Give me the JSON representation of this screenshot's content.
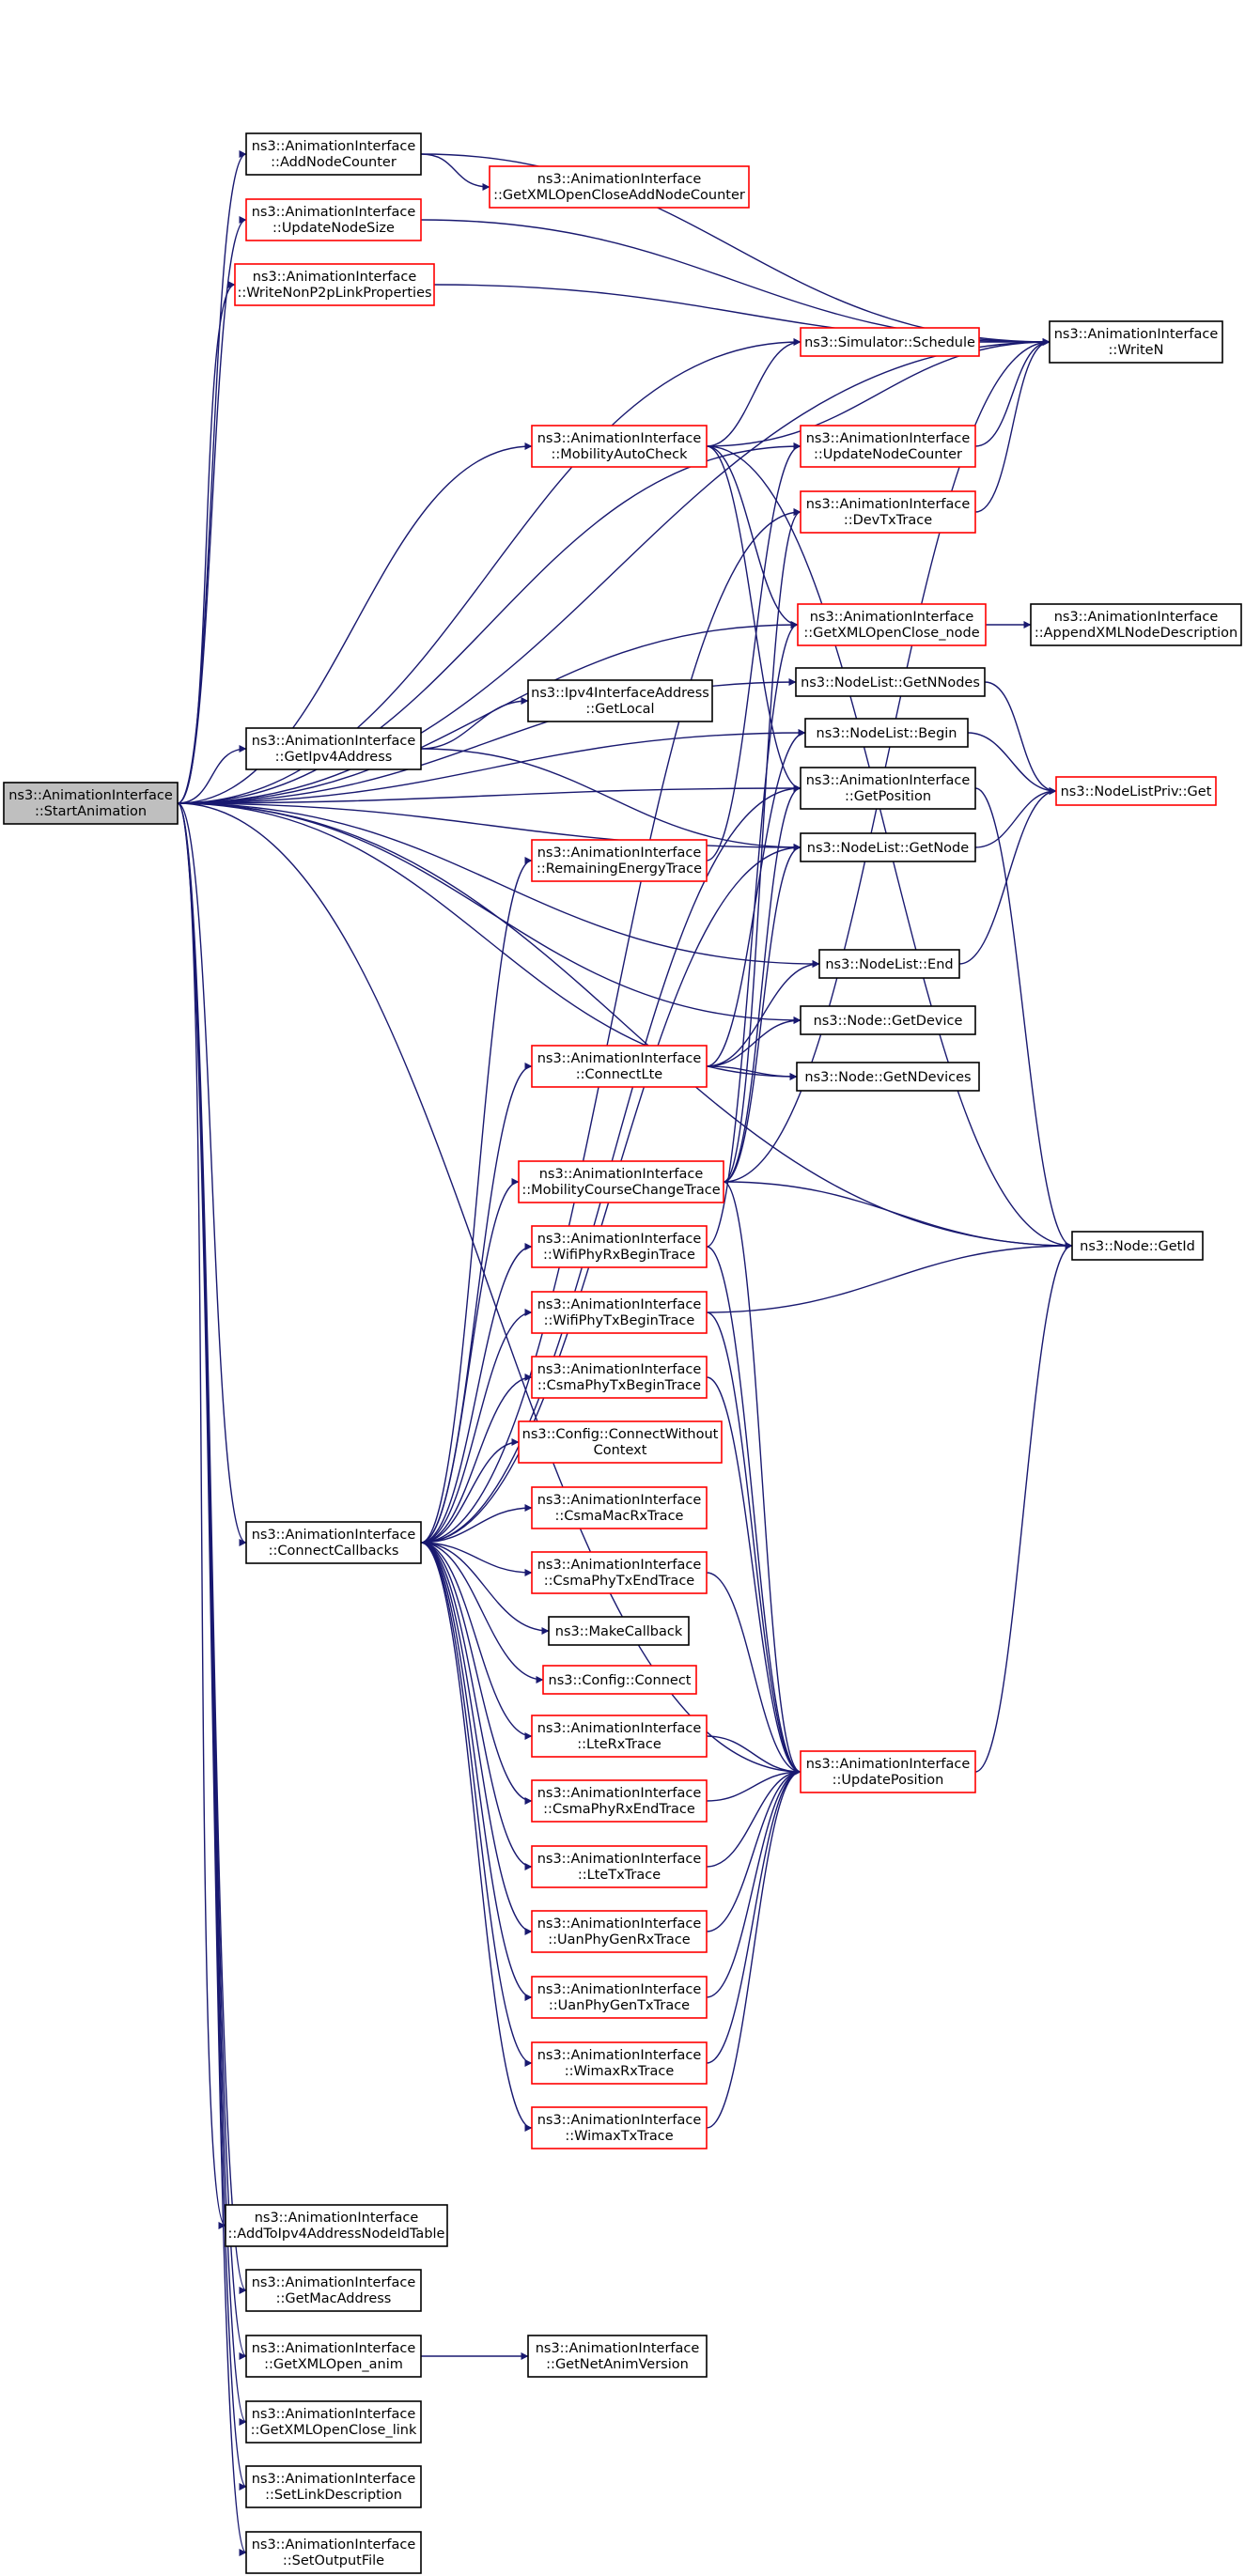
{
  "colors": {
    "edge": "#191970",
    "node_border_default": "#000000",
    "node_border_incomplete": "#ff0000",
    "root_fill": "#bfbfbf"
  },
  "nodes": {
    "start": {
      "lines": [
        "ns3::AnimationInterface",
        "::StartAnimation"
      ],
      "border": "black",
      "root": true
    },
    "addNodeCounter": {
      "lines": [
        "ns3::AnimationInterface",
        "::AddNodeCounter"
      ],
      "border": "black"
    },
    "getXMLOpenCloseAddNodeCounter": {
      "lines": [
        "ns3::AnimationInterface",
        "::GetXMLOpenCloseAddNodeCounter"
      ],
      "border": "red"
    },
    "updateNodeSize": {
      "lines": [
        "ns3::AnimationInterface",
        "::UpdateNodeSize"
      ],
      "border": "red"
    },
    "writeNonP2p": {
      "lines": [
        "ns3::AnimationInterface",
        "::WriteNonP2pLinkProperties"
      ],
      "border": "red"
    },
    "writeN": {
      "lines": [
        "ns3::AnimationInterface",
        "::WriteN"
      ],
      "border": "black"
    },
    "schedule": {
      "lines": [
        "ns3::Simulator::Schedule"
      ],
      "border": "red"
    },
    "mobilityAutoCheck": {
      "lines": [
        "ns3::AnimationInterface",
        "::MobilityAutoCheck"
      ],
      "border": "red"
    },
    "updateNodeCounter": {
      "lines": [
        "ns3::AnimationInterface",
        "::UpdateNodeCounter"
      ],
      "border": "red"
    },
    "devTxTrace": {
      "lines": [
        "ns3::AnimationInterface",
        "::DevTxTrace"
      ],
      "border": "red"
    },
    "getXMLOpenCloseNode": {
      "lines": [
        "ns3::AnimationInterface",
        "::GetXMLOpenClose_node"
      ],
      "border": "red"
    },
    "appendXMLNodeDescription": {
      "lines": [
        "ns3::AnimationInterface",
        "::AppendXMLNodeDescription"
      ],
      "border": "black"
    },
    "getNNodes": {
      "lines": [
        "ns3::NodeList::GetNNodes"
      ],
      "border": "black"
    },
    "ipv4GetLocal": {
      "lines": [
        "ns3::Ipv4InterfaceAddress",
        "::GetLocal"
      ],
      "border": "black"
    },
    "getIpv4Address": {
      "lines": [
        "ns3::AnimationInterface",
        "::GetIpv4Address"
      ],
      "border": "black"
    },
    "nodeListBegin": {
      "lines": [
        "ns3::NodeList::Begin"
      ],
      "border": "black"
    },
    "getPosition": {
      "lines": [
        "ns3::AnimationInterface",
        "::GetPosition"
      ],
      "border": "black"
    },
    "nodeListPrivGet": {
      "lines": [
        "ns3::NodeListPriv::Get"
      ],
      "border": "red"
    },
    "remainingEnergyTrace": {
      "lines": [
        "ns3::AnimationInterface",
        "::RemainingEnergyTrace"
      ],
      "border": "red"
    },
    "nodeListGetNode": {
      "lines": [
        "ns3::NodeList::GetNode"
      ],
      "border": "black"
    },
    "nodeListEnd": {
      "lines": [
        "ns3::NodeList::End"
      ],
      "border": "black"
    },
    "nodeGetDevice": {
      "lines": [
        "ns3::Node::GetDevice"
      ],
      "border": "black"
    },
    "connectLte": {
      "lines": [
        "ns3::AnimationInterface",
        "::ConnectLte"
      ],
      "border": "red"
    },
    "nodeGetNDevices": {
      "lines": [
        "ns3::Node::GetNDevices"
      ],
      "border": "black"
    },
    "mobilityCourseChangeTrace": {
      "lines": [
        "ns3::AnimationInterface",
        "::MobilityCourseChangeTrace"
      ],
      "border": "red"
    },
    "wifiPhyRxBeginTrace": {
      "lines": [
        "ns3::AnimationInterface",
        "::WifiPhyRxBeginTrace"
      ],
      "border": "red"
    },
    "nodeGetId": {
      "lines": [
        "ns3::Node::GetId"
      ],
      "border": "black"
    },
    "wifiPhyTxBeginTrace": {
      "lines": [
        "ns3::AnimationInterface",
        "::WifiPhyTxBeginTrace"
      ],
      "border": "red"
    },
    "csmaPhyTxBeginTrace": {
      "lines": [
        "ns3::AnimationInterface",
        "::CsmaPhyTxBeginTrace"
      ],
      "border": "red"
    },
    "configConnectWithoutContext": {
      "lines": [
        "ns3::Config::ConnectWithout",
        "Context"
      ],
      "border": "red"
    },
    "connectCallbacks": {
      "lines": [
        "ns3::AnimationInterface",
        "::ConnectCallbacks"
      ],
      "border": "black"
    },
    "csmaMacRxTrace": {
      "lines": [
        "ns3::AnimationInterface",
        "::CsmaMacRxTrace"
      ],
      "border": "red"
    },
    "csmaPhyTxEndTrace": {
      "lines": [
        "ns3::AnimationInterface",
        "::CsmaPhyTxEndTrace"
      ],
      "border": "red"
    },
    "makeCallback": {
      "lines": [
        "ns3::MakeCallback"
      ],
      "border": "black"
    },
    "configConnect": {
      "lines": [
        "ns3::Config::Connect"
      ],
      "border": "red"
    },
    "lteRxTrace": {
      "lines": [
        "ns3::AnimationInterface",
        "::LteRxTrace"
      ],
      "border": "red"
    },
    "updatePosition": {
      "lines": [
        "ns3::AnimationInterface",
        "::UpdatePosition"
      ],
      "border": "red"
    },
    "csmaPhyRxEndTrace": {
      "lines": [
        "ns3::AnimationInterface",
        "::CsmaPhyRxEndTrace"
      ],
      "border": "red"
    },
    "lteTxTrace": {
      "lines": [
        "ns3::AnimationInterface",
        "::LteTxTrace"
      ],
      "border": "red"
    },
    "uanPhyGenRxTrace": {
      "lines": [
        "ns3::AnimationInterface",
        "::UanPhyGenRxTrace"
      ],
      "border": "red"
    },
    "uanPhyGenTxTrace": {
      "lines": [
        "ns3::AnimationInterface",
        "::UanPhyGenTxTrace"
      ],
      "border": "red"
    },
    "wimaxRxTrace": {
      "lines": [
        "ns3::AnimationInterface",
        "::WimaxRxTrace"
      ],
      "border": "red"
    },
    "wimaxTxTrace": {
      "lines": [
        "ns3::AnimationInterface",
        "::WimaxTxTrace"
      ],
      "border": "red"
    },
    "addToIpv4": {
      "lines": [
        "ns3::AnimationInterface",
        "::AddToIpv4AddressNodeIdTable"
      ],
      "border": "black"
    },
    "getMacAddress": {
      "lines": [
        "ns3::AnimationInterface",
        "::GetMacAddress"
      ],
      "border": "black"
    },
    "getXMLOpenAnim": {
      "lines": [
        "ns3::AnimationInterface",
        "::GetXMLOpen_anim"
      ],
      "border": "black"
    },
    "getNetAnimVersion": {
      "lines": [
        "ns3::AnimationInterface",
        "::GetNetAnimVersion"
      ],
      "border": "black"
    },
    "getXMLOpenCloseLink": {
      "lines": [
        "ns3::AnimationInterface",
        "::GetXMLOpenClose_link"
      ],
      "border": "black"
    },
    "setLinkDescription": {
      "lines": [
        "ns3::AnimationInterface",
        "::SetLinkDescription"
      ],
      "border": "black"
    },
    "setOutputFile": {
      "lines": [
        "ns3::AnimationInterface",
        "::SetOutputFile"
      ],
      "border": "black"
    }
  },
  "edges": [
    [
      "start",
      "writeN"
    ],
    [
      "start",
      "addNodeCounter"
    ],
    [
      "start",
      "updateNodeSize"
    ],
    [
      "start",
      "writeNonP2p"
    ],
    [
      "start",
      "schedule"
    ],
    [
      "start",
      "mobilityAutoCheck"
    ],
    [
      "start",
      "updateNodeCounter"
    ],
    [
      "start",
      "getXMLOpenCloseNode"
    ],
    [
      "start",
      "getNNodes"
    ],
    [
      "start",
      "nodeListBegin"
    ],
    [
      "start",
      "getPosition"
    ],
    [
      "start",
      "getIpv4Address"
    ],
    [
      "start",
      "nodeListGetNode"
    ],
    [
      "start",
      "nodeListEnd"
    ],
    [
      "start",
      "nodeGetDevice"
    ],
    [
      "start",
      "nodeGetNDevices"
    ],
    [
      "start",
      "connectCallbacks"
    ],
    [
      "start",
      "updatePosition"
    ],
    [
      "start",
      "nodeGetId"
    ],
    [
      "start",
      "addToIpv4"
    ],
    [
      "start",
      "getMacAddress"
    ],
    [
      "start",
      "getXMLOpenAnim"
    ],
    [
      "start",
      "getXMLOpenCloseLink"
    ],
    [
      "start",
      "setLinkDescription"
    ],
    [
      "start",
      "setOutputFile"
    ],
    [
      "addNodeCounter",
      "getXMLOpenCloseAddNodeCounter"
    ],
    [
      "addNodeCounter",
      "writeN"
    ],
    [
      "updateNodeSize",
      "writeN"
    ],
    [
      "writeNonP2p",
      "writeN"
    ],
    [
      "schedule",
      "writeN"
    ],
    [
      "mobilityAutoCheck",
      "schedule"
    ],
    [
      "mobilityAutoCheck",
      "writeN"
    ],
    [
      "mobilityAutoCheck",
      "getXMLOpenCloseNode"
    ],
    [
      "mobilityAutoCheck",
      "getPosition"
    ],
    [
      "mobilityAutoCheck",
      "nodeGetId"
    ],
    [
      "updateNodeCounter",
      "writeN"
    ],
    [
      "devTxTrace",
      "writeN"
    ],
    [
      "getXMLOpenCloseNode",
      "appendXMLNodeDescription"
    ],
    [
      "getNNodes",
      "nodeListPrivGet"
    ],
    [
      "getIpv4Address",
      "ipv4GetLocal"
    ],
    [
      "getIpv4Address",
      "nodeListGetNode"
    ],
    [
      "nodeListBegin",
      "nodeListPrivGet"
    ],
    [
      "getPosition",
      "nodeGetId"
    ],
    [
      "remainingEnergyTrace",
      "updateNodeCounter"
    ],
    [
      "nodeListGetNode",
      "nodeListPrivGet"
    ],
    [
      "nodeListEnd",
      "nodeListPrivGet"
    ],
    [
      "connectLte",
      "nodeListBegin"
    ],
    [
      "connectLte",
      "nodeListEnd"
    ],
    [
      "connectLte",
      "nodeGetDevice"
    ],
    [
      "connectLte",
      "nodeGetNDevices"
    ],
    [
      "mobilityCourseChangeTrace",
      "writeN"
    ],
    [
      "mobilityCourseChangeTrace",
      "devTxTrace"
    ],
    [
      "mobilityCourseChangeTrace",
      "getPosition"
    ],
    [
      "mobilityCourseChangeTrace",
      "nodeListGetNode"
    ],
    [
      "mobilityCourseChangeTrace",
      "nodeGetId"
    ],
    [
      "mobilityCourseChangeTrace",
      "updatePosition"
    ],
    [
      "wifiPhyRxBeginTrace",
      "getXMLOpenCloseNode"
    ],
    [
      "wifiPhyRxBeginTrace",
      "updatePosition"
    ],
    [
      "wifiPhyTxBeginTrace",
      "nodeGetId"
    ],
    [
      "wifiPhyTxBeginTrace",
      "updatePosition"
    ],
    [
      "csmaPhyTxBeginTrace",
      "updatePosition"
    ],
    [
      "csmaPhyTxEndTrace",
      "updatePosition"
    ],
    [
      "lteRxTrace",
      "updatePosition"
    ],
    [
      "csmaPhyRxEndTrace",
      "updatePosition"
    ],
    [
      "lteTxTrace",
      "updatePosition"
    ],
    [
      "uanPhyGenRxTrace",
      "updatePosition"
    ],
    [
      "uanPhyGenTxTrace",
      "updatePosition"
    ],
    [
      "wimaxRxTrace",
      "updatePosition"
    ],
    [
      "wimaxTxTrace",
      "updatePosition"
    ],
    [
      "updatePosition",
      "nodeGetId"
    ],
    [
      "connectCallbacks",
      "remainingEnergyTrace"
    ],
    [
      "connectCallbacks",
      "connectLte"
    ],
    [
      "connectCallbacks",
      "mobilityCourseChangeTrace"
    ],
    [
      "connectCallbacks",
      "wifiPhyRxBeginTrace"
    ],
    [
      "connectCallbacks",
      "wifiPhyTxBeginTrace"
    ],
    [
      "connectCallbacks",
      "csmaPhyTxBeginTrace"
    ],
    [
      "connectCallbacks",
      "configConnectWithoutContext"
    ],
    [
      "connectCallbacks",
      "csmaMacRxTrace"
    ],
    [
      "connectCallbacks",
      "csmaPhyTxEndTrace"
    ],
    [
      "connectCallbacks",
      "makeCallback"
    ],
    [
      "connectCallbacks",
      "configConnect"
    ],
    [
      "connectCallbacks",
      "lteRxTrace"
    ],
    [
      "connectCallbacks",
      "csmaPhyRxEndTrace"
    ],
    [
      "connectCallbacks",
      "lteTxTrace"
    ],
    [
      "connectCallbacks",
      "uanPhyGenRxTrace"
    ],
    [
      "connectCallbacks",
      "uanPhyGenTxTrace"
    ],
    [
      "connectCallbacks",
      "wimaxRxTrace"
    ],
    [
      "connectCallbacks",
      "wimaxTxTrace"
    ],
    [
      "connectCallbacks",
      "devTxTrace"
    ],
    [
      "connectCallbacks",
      "getPosition"
    ],
    [
      "connectCallbacks",
      "nodeListGetNode"
    ],
    [
      "getXMLOpenAnim",
      "getNetAnimVersion"
    ]
  ]
}
